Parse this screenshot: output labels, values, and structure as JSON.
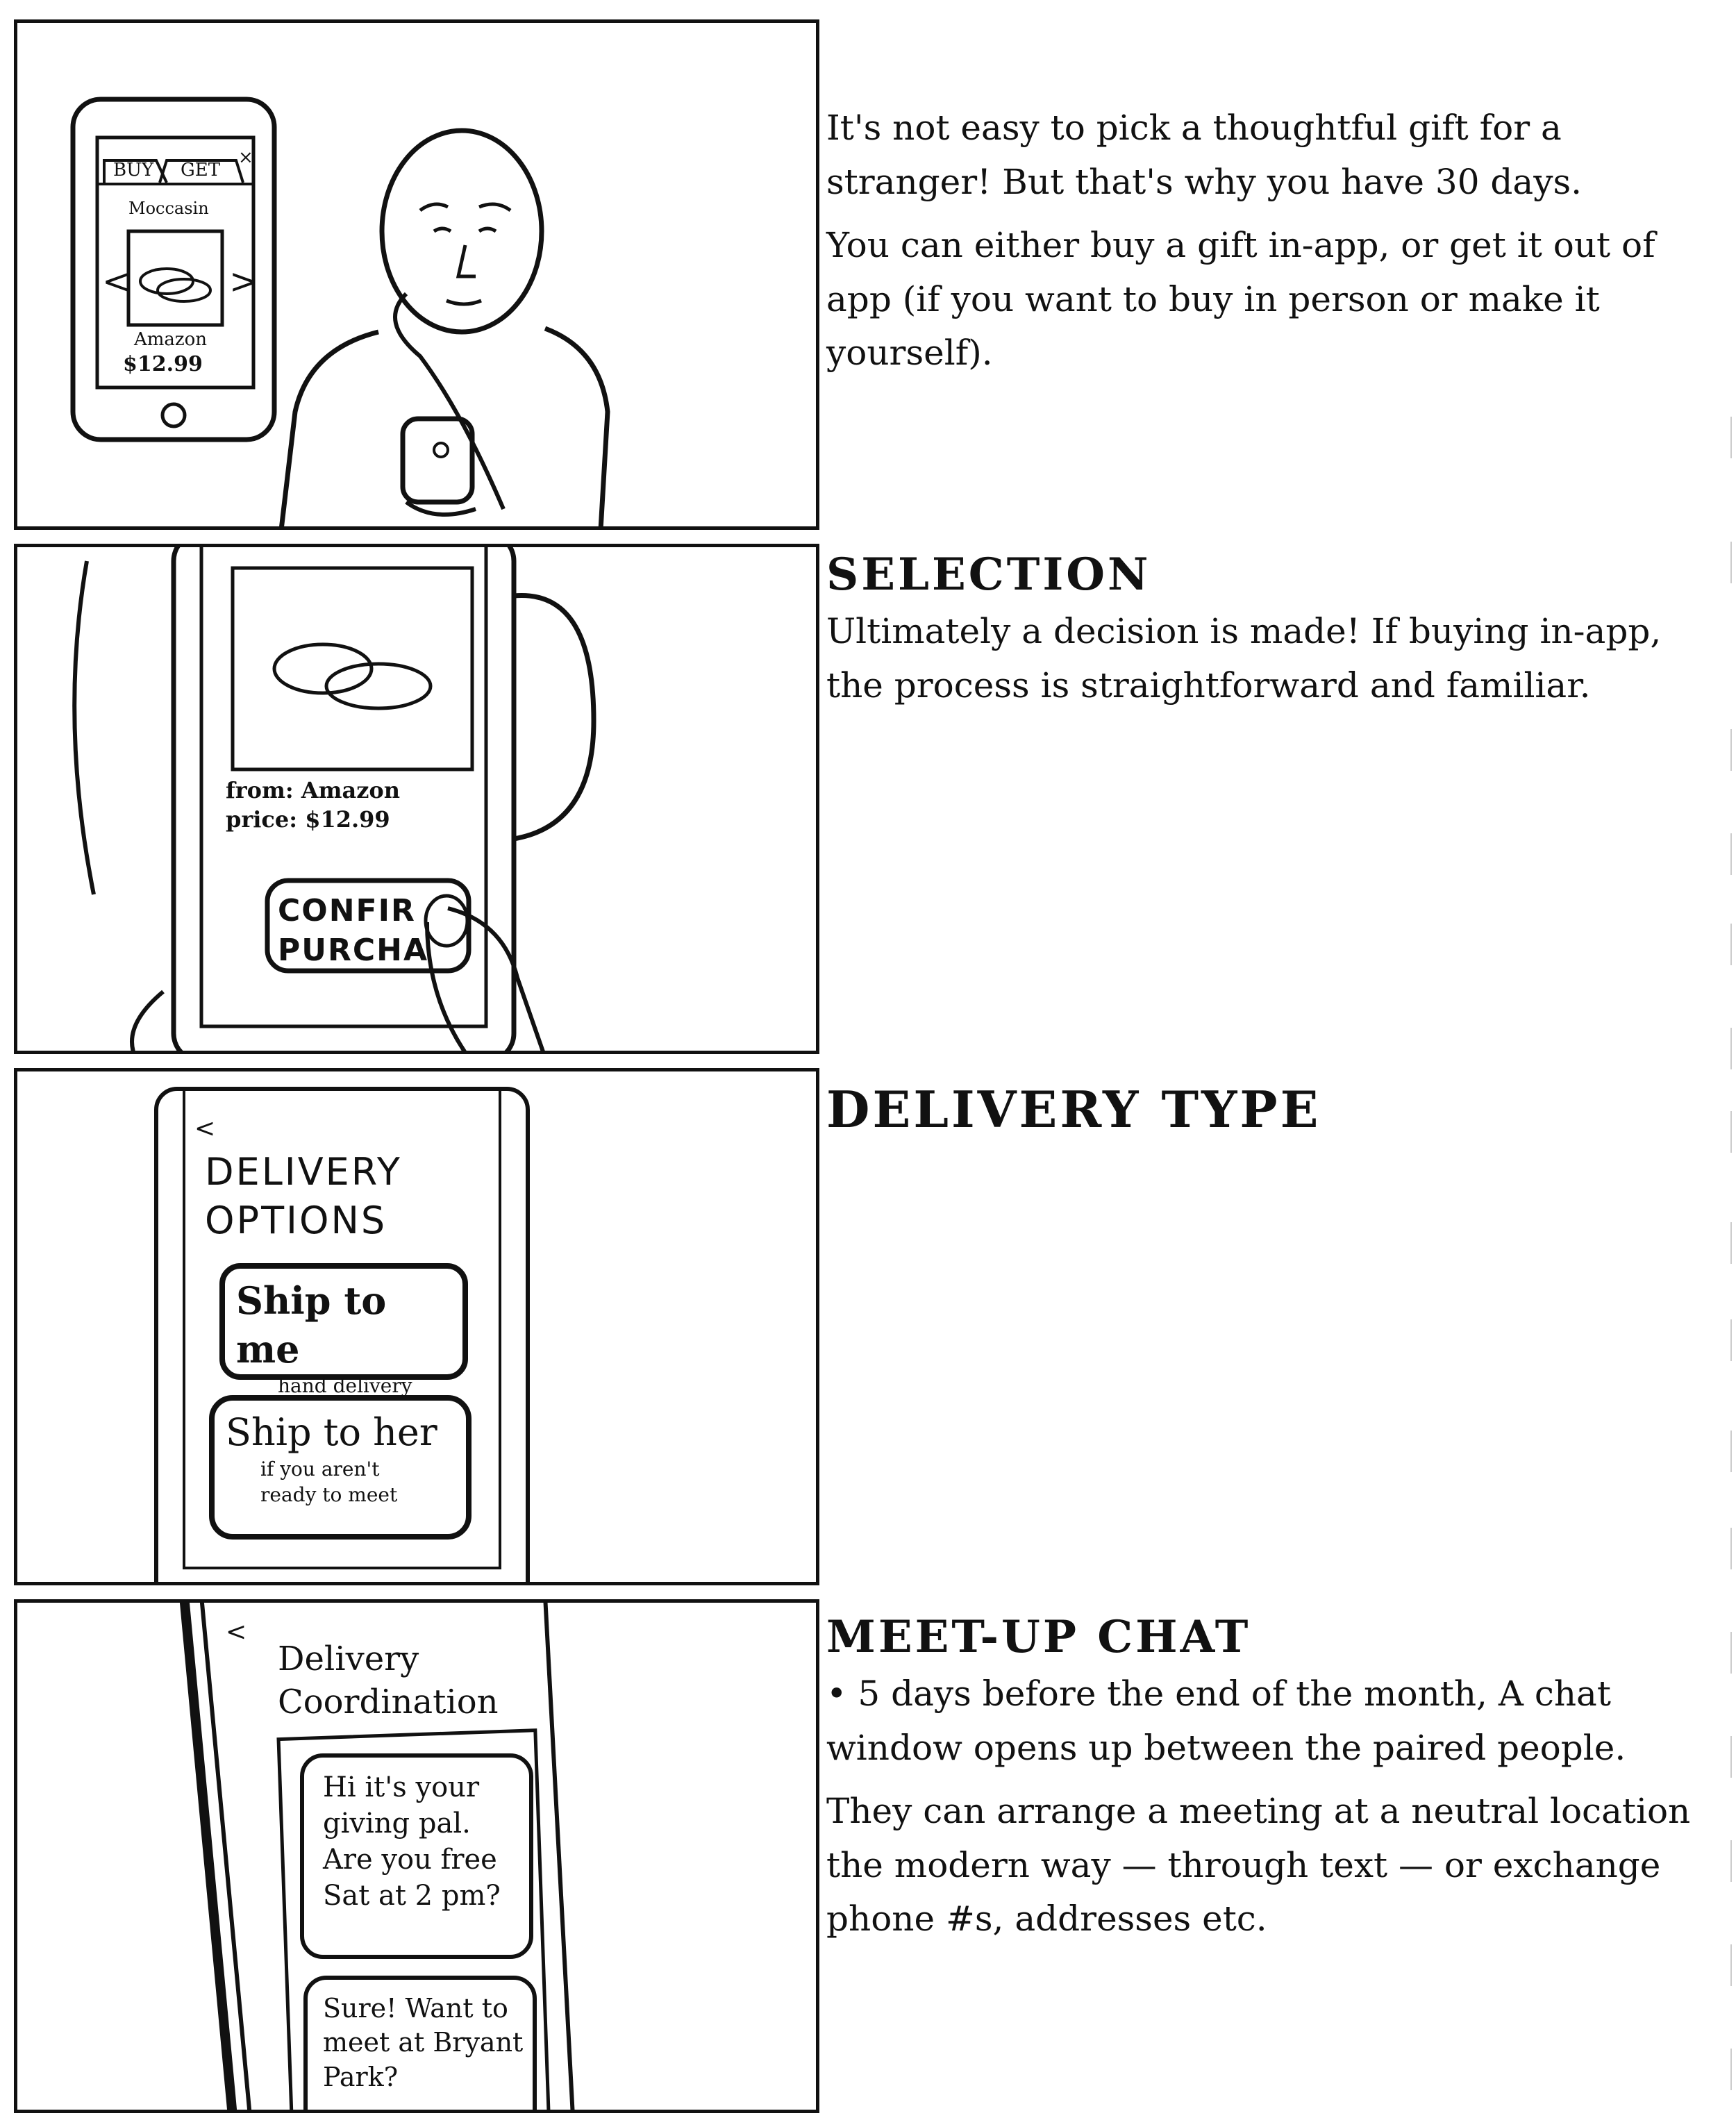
{
  "panel1": {
    "phone": {
      "tab_buy": "BUY",
      "tab_get": "GET",
      "close": "×",
      "item_name": "Moccasin",
      "arrow_left": "<",
      "arrow_right": ">",
      "store": "Amazon",
      "price": "$12.99"
    },
    "caption_lines": [
      "It's not easy to pick a thoughtful gift for a stranger! But that's why you have 30 days.",
      "You can either buy a gift in-app, or get it out of app (if you want to buy in person or make it yourself)."
    ]
  },
  "panel2": {
    "phone": {
      "from": "from: Amazon",
      "price": "price: $12.99",
      "button_line1": "CONFIR",
      "button_line2": "PURCHA"
    },
    "title": "SELECTION",
    "caption": "Ultimately a decision is made! If buying in-app, the process is straightforward and familiar."
  },
  "panel3": {
    "phone": {
      "back": "<",
      "heading_line1": "DELIVERY",
      "heading_line2": "OPTIONS",
      "option1_title": "Ship to me",
      "option1_sub": "hand delivery",
      "option2_title": "Ship to her",
      "option2_sub_line1": "if you aren't",
      "option2_sub_line2": "ready to meet"
    },
    "title": "DELIVERY TYPE"
  },
  "panel4": {
    "phone": {
      "back": "<",
      "heading_line1": "Delivery",
      "heading_line2": "Coordination",
      "msg1": "Hi it's your giving pal. Are you free Sat at 2 pm?",
      "msg2": "Sure! Want to meet at Bryant Park?"
    },
    "title": "MEET-UP CHAT",
    "caption_lines": [
      "• 5 days before the end of the month, A chat window opens up between the paired people.",
      "They can arrange a meeting at a neutral location the modern way — through text — or exchange phone #s, addresses etc."
    ]
  }
}
